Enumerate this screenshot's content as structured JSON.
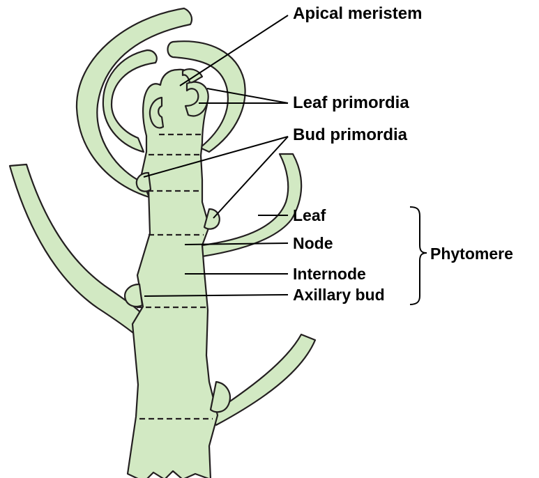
{
  "colors": {
    "tissue_fill": "#d2e9c3",
    "outline": "#231f20",
    "label_text": "#000000",
    "background": "#ffffff"
  },
  "labels": {
    "apical_meristem": "Apical meristem",
    "leaf_primordia": "Leaf primordia",
    "bud_primordia": "Bud primordia",
    "leaf": "Leaf",
    "node": "Node",
    "internode": "Internode",
    "axillary_bud": "Axillary bud",
    "phytomere": "Phytomere"
  }
}
